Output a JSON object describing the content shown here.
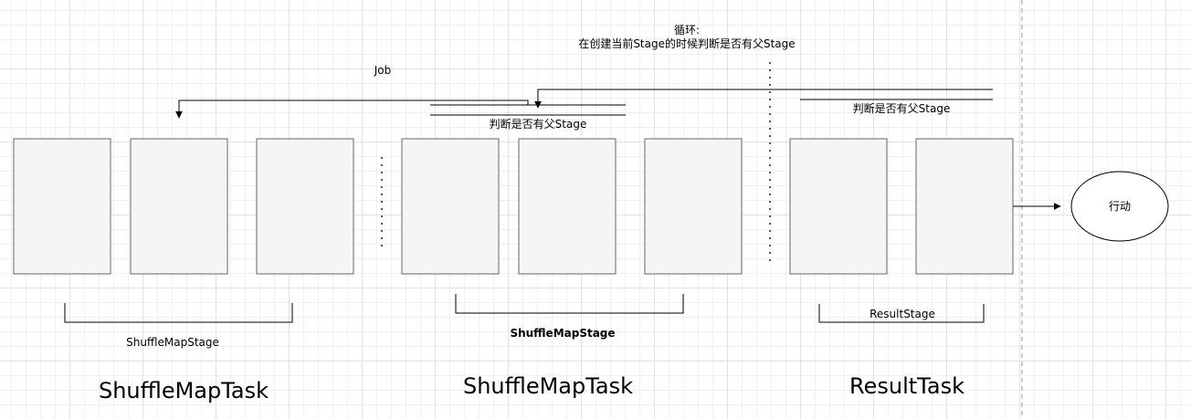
{
  "annotations": {
    "loop_title": "循环:",
    "loop_desc": "在创建当前Stage的时候判断是否有父Stage",
    "job": "Job",
    "check_parent_1": "判断是否有父Stage",
    "check_parent_2": "判断是否有父Stage"
  },
  "stages": {
    "stage1": "ShuffleMapStage",
    "stage2": "ShuffleMapStage",
    "stage3": "ResultStage"
  },
  "tasks": {
    "task1": "ShuffleMapTask",
    "task2": "ShuffleMapTask",
    "task3": "ResultTask"
  },
  "action": {
    "label": "行动"
  }
}
